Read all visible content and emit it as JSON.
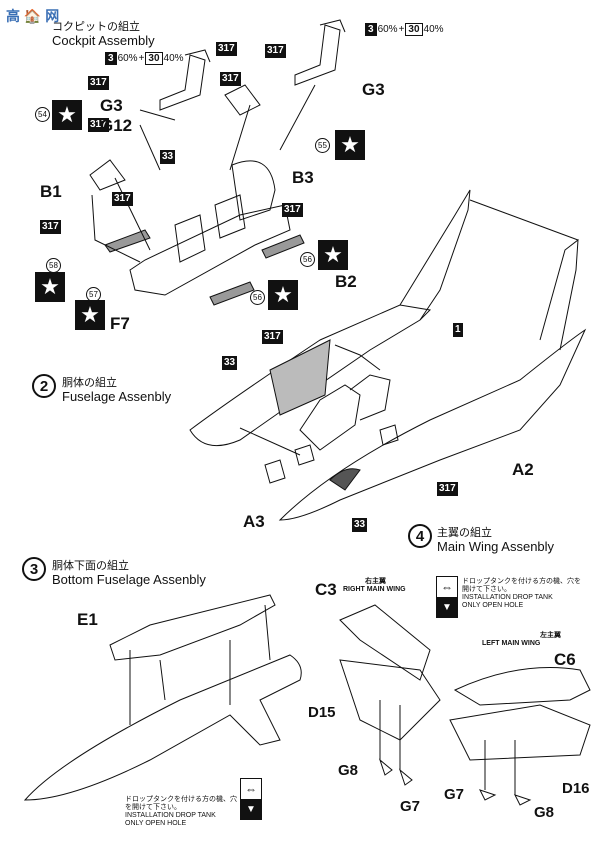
{
  "watermark": "高 🏠 网",
  "step1": {
    "title_jp": "コクピットの組立",
    "title_en": "Cockpit Assembly"
  },
  "step2": {
    "num": "2",
    "title_jp": "胴体の組立",
    "title_en": "Fuselage Assenbly"
  },
  "step3": {
    "num": "3",
    "title_jp": "胴体下面の組立",
    "title_en": "Bottom Fuselage Assenbly"
  },
  "step4": {
    "num": "4",
    "title_jp": "主翼の組立",
    "title_en": "Main Wing Assenbly"
  },
  "paint": {
    "a": "3",
    "a_pct": "60%",
    "plus": "+",
    "b": "30",
    "b_pct": "40%"
  },
  "codes": {
    "c317": "317",
    "c33": "33",
    "c1": "1"
  },
  "circled": {
    "n54": "54",
    "n55": "55",
    "n56": "56",
    "n57": "57",
    "n58": "58"
  },
  "parts": {
    "G3": "G3",
    "G12": "G12",
    "B1": "B1",
    "B3": "B3",
    "F7": "F7",
    "B2": "B2",
    "A2": "A2",
    "A3": "A3",
    "E1": "E1",
    "C3": "C3",
    "C6": "C6",
    "D15": "D15",
    "D16": "D16",
    "G7": "G7",
    "G8": "G8"
  },
  "wings": {
    "right_jp": "右主翼",
    "right_en": "RIGHT MAIN WING",
    "left_jp": "左主翼",
    "left_en": "LEFT MAIN WING"
  },
  "drop_note": {
    "jp": "ドロップタンクを付ける方の機、穴を開けて下さい。",
    "en1": "INSTALLATION DROP TANK",
    "en2": "ONLY OPEN HOLE"
  },
  "icons": {
    "star": "★",
    "drill": "⇔",
    "down": "▼"
  }
}
